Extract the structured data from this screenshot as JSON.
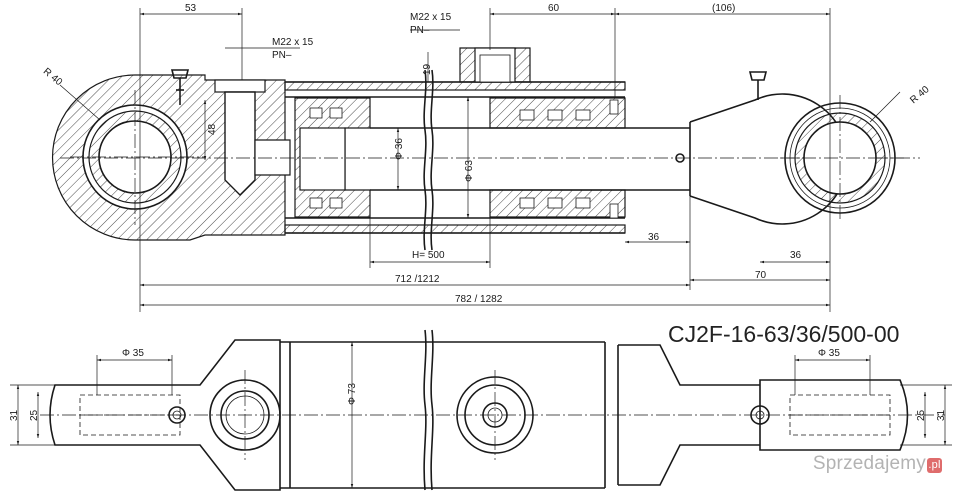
{
  "title": "CJ2F-16-63/36/500-00",
  "dimensions": {
    "d53": "53",
    "thread_left": "M22 x 15",
    "pn_left": "PN–",
    "thread_right": "M22 x 15",
    "pn_right": "PN–",
    "d60": "60",
    "d106": "(106)",
    "r40_left": "R 40",
    "r40_right": "R 40",
    "d48": "48",
    "d19": "19",
    "phi36": "Φ 36",
    "phi63": "Φ 63",
    "stroke": "H= 500",
    "d36a": "36",
    "d36b": "36",
    "d70": "70",
    "len712": "712 /1212",
    "len782": "782 / 1282",
    "phi35_left": "Φ 35",
    "phi35_right": "Φ 35",
    "phi73": "Φ 73",
    "d31_left": "31",
    "d25_left": "25",
    "d25_right": "25",
    "d31_right": "31"
  },
  "watermark": "Sprzedajemy",
  "watermark_badge": ".pl"
}
